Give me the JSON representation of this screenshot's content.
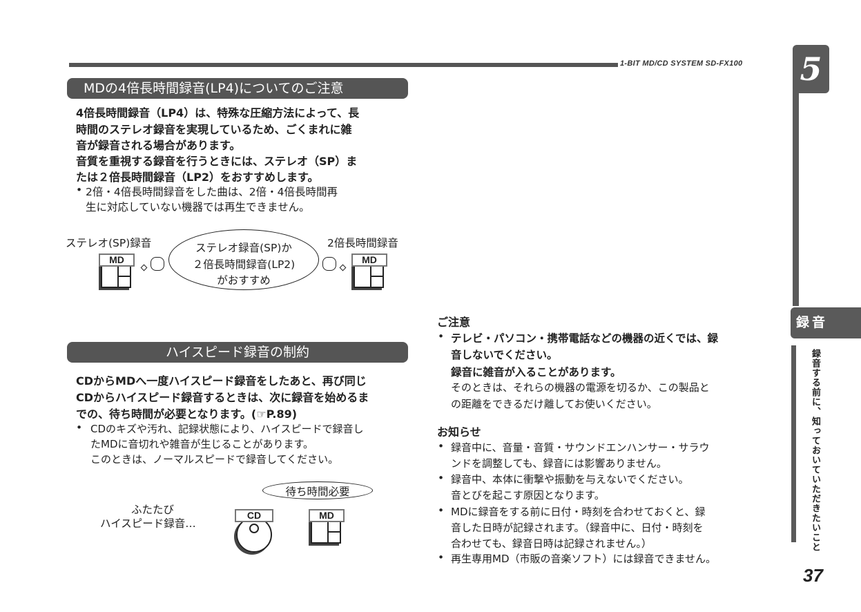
{
  "header": {
    "product": "1-BIT MD/CD SYSTEM  SD-FX100",
    "chapter_number": "5",
    "section_tab": "録音",
    "side_title": "録音する前に、知っておいていただきたいこと",
    "page_number": "37"
  },
  "lp4": {
    "heading": "MDの4倍長時間録音(LP4)についてのご注意",
    "body": [
      "4倍長時間録音（LP4）は、特殊な圧縮方法によって、長",
      "時間のステレオ録音を実現しているため、ごくまれに雑",
      "音が録音される場合があります。",
      "音質を重視する録音を行うときには、ステレオ（SP）ま",
      "たは２倍長時間録音（LP2）をおすすめします。"
    ],
    "bullet": [
      "2倍・4倍長時間録音をした曲は、2倍・4倍長時間再",
      "生に対応していない機器では再生できません。"
    ],
    "diagram": {
      "left_label": "ステレオ(SP)録音",
      "right_label": "2倍長時間録音",
      "md_label": "MD",
      "bubble": [
        "ステレオ録音(SP)か",
        "２倍長時間録音(LP2)",
        "がおすすめ"
      ]
    }
  },
  "highspeed": {
    "heading": "ハイスピード録音の制約",
    "body": [
      "CDからMDへ一度ハイスピード録音をしたあと、再び同じ",
      "CDからハイスピード録音するときは、次に録音を始めるま",
      "での、待ち時間が必要となります。("
    ],
    "ref": "P.89)",
    "bullet": [
      "CDのキズや汚れ、記録状態により、ハイスピードで録音し",
      "たMDに音切れや雑音が生じることがあります。",
      "このときは、ノーマルスピードで録音してください。"
    ],
    "diagram": {
      "text": [
        "ふたたび",
        "ハイスピード録音…"
      ],
      "cd_label": "CD",
      "md_label": "MD",
      "bubble": "待ち時間必要"
    }
  },
  "caution": {
    "heading": "ご注意",
    "bold": [
      "テレビ・パソコン・携帯電話などの機器の近くでは、録",
      "音しないでください。",
      "録音に雑音が入ることがあります。"
    ],
    "normal": [
      "そのときは、それらの機器の電源を切るか、この製品と",
      "の距離をできるだけ離してお使いください。"
    ]
  },
  "notice": {
    "heading": "お知らせ",
    "items": [
      [
        "録音中に、音量・音質・サウンドエンハンサー・サラウ",
        "ンドを調整しても、録音には影響ありません。"
      ],
      [
        "録音中、本体に衝撃や振動を与えないでください。",
        "音とびを起こす原因となります。"
      ],
      [
        "MDに録音をする前に日付・時刻を合わせておくと、録",
        "音した日時が記録されます。（録音中に、日付・時刻を",
        "合わせても、録音日時は記録されません。）"
      ],
      [
        "再生専用MD（市販の音楽ソフト）には録音できません。"
      ]
    ]
  }
}
